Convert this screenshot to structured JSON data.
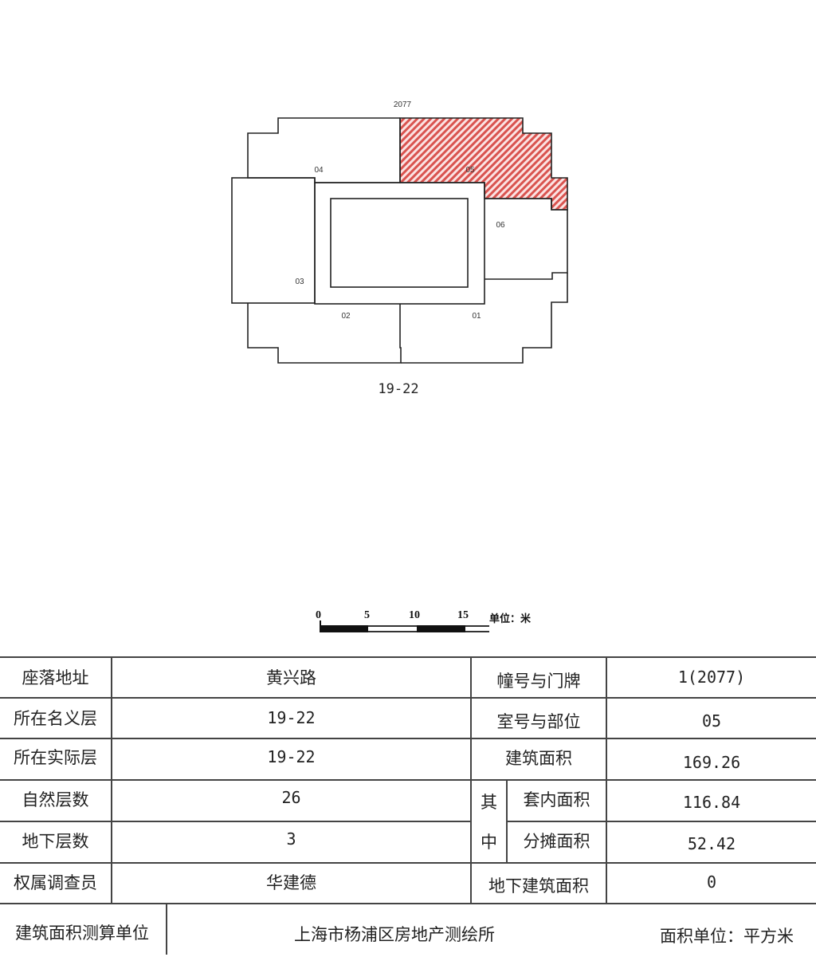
{
  "floor_plan": {
    "building_number_label": "2077",
    "floor_caption": "19-22",
    "rooms": [
      {
        "id": "01",
        "label": "01"
      },
      {
        "id": "02",
        "label": "02"
      },
      {
        "id": "03",
        "label": "03"
      },
      {
        "id": "04",
        "label": "04"
      },
      {
        "id": "05",
        "label": "05",
        "highlighted": true
      },
      {
        "id": "06",
        "label": "06"
      }
    ],
    "highlight_color": "#d9534f",
    "line_color": "#222222"
  },
  "scale_bar": {
    "ticks": [
      "0",
      "5",
      "10",
      "15"
    ],
    "unit_label": "单位：米"
  },
  "info_table": {
    "rows": [
      {
        "label": "座落地址",
        "value": "黄兴路",
        "right_label": "幢号与门牌",
        "right_value": "1(2077)"
      },
      {
        "label": "所在名义层",
        "value": "19-22",
        "right_label": "室号与部位",
        "right_value": "05"
      },
      {
        "label": "所在实际层",
        "value": "19-22",
        "right_label": "建筑面积",
        "right_value": "169.26"
      },
      {
        "label": "自然层数",
        "value": "26",
        "right_group": "其",
        "right_label": "套内面积",
        "right_value": "116.84"
      },
      {
        "label": "地下层数",
        "value": "3",
        "right_group": "中",
        "right_label": "分摊面积",
        "right_value": "52.42"
      },
      {
        "label": "权属调查员",
        "value": "华建德",
        "right_label": "地下建筑面积",
        "right_value": "0"
      }
    ],
    "footer": {
      "label": "建筑面积测算单位",
      "value": "上海市杨浦区房地产测绘所",
      "unit_note": "面积单位：平方米"
    }
  }
}
